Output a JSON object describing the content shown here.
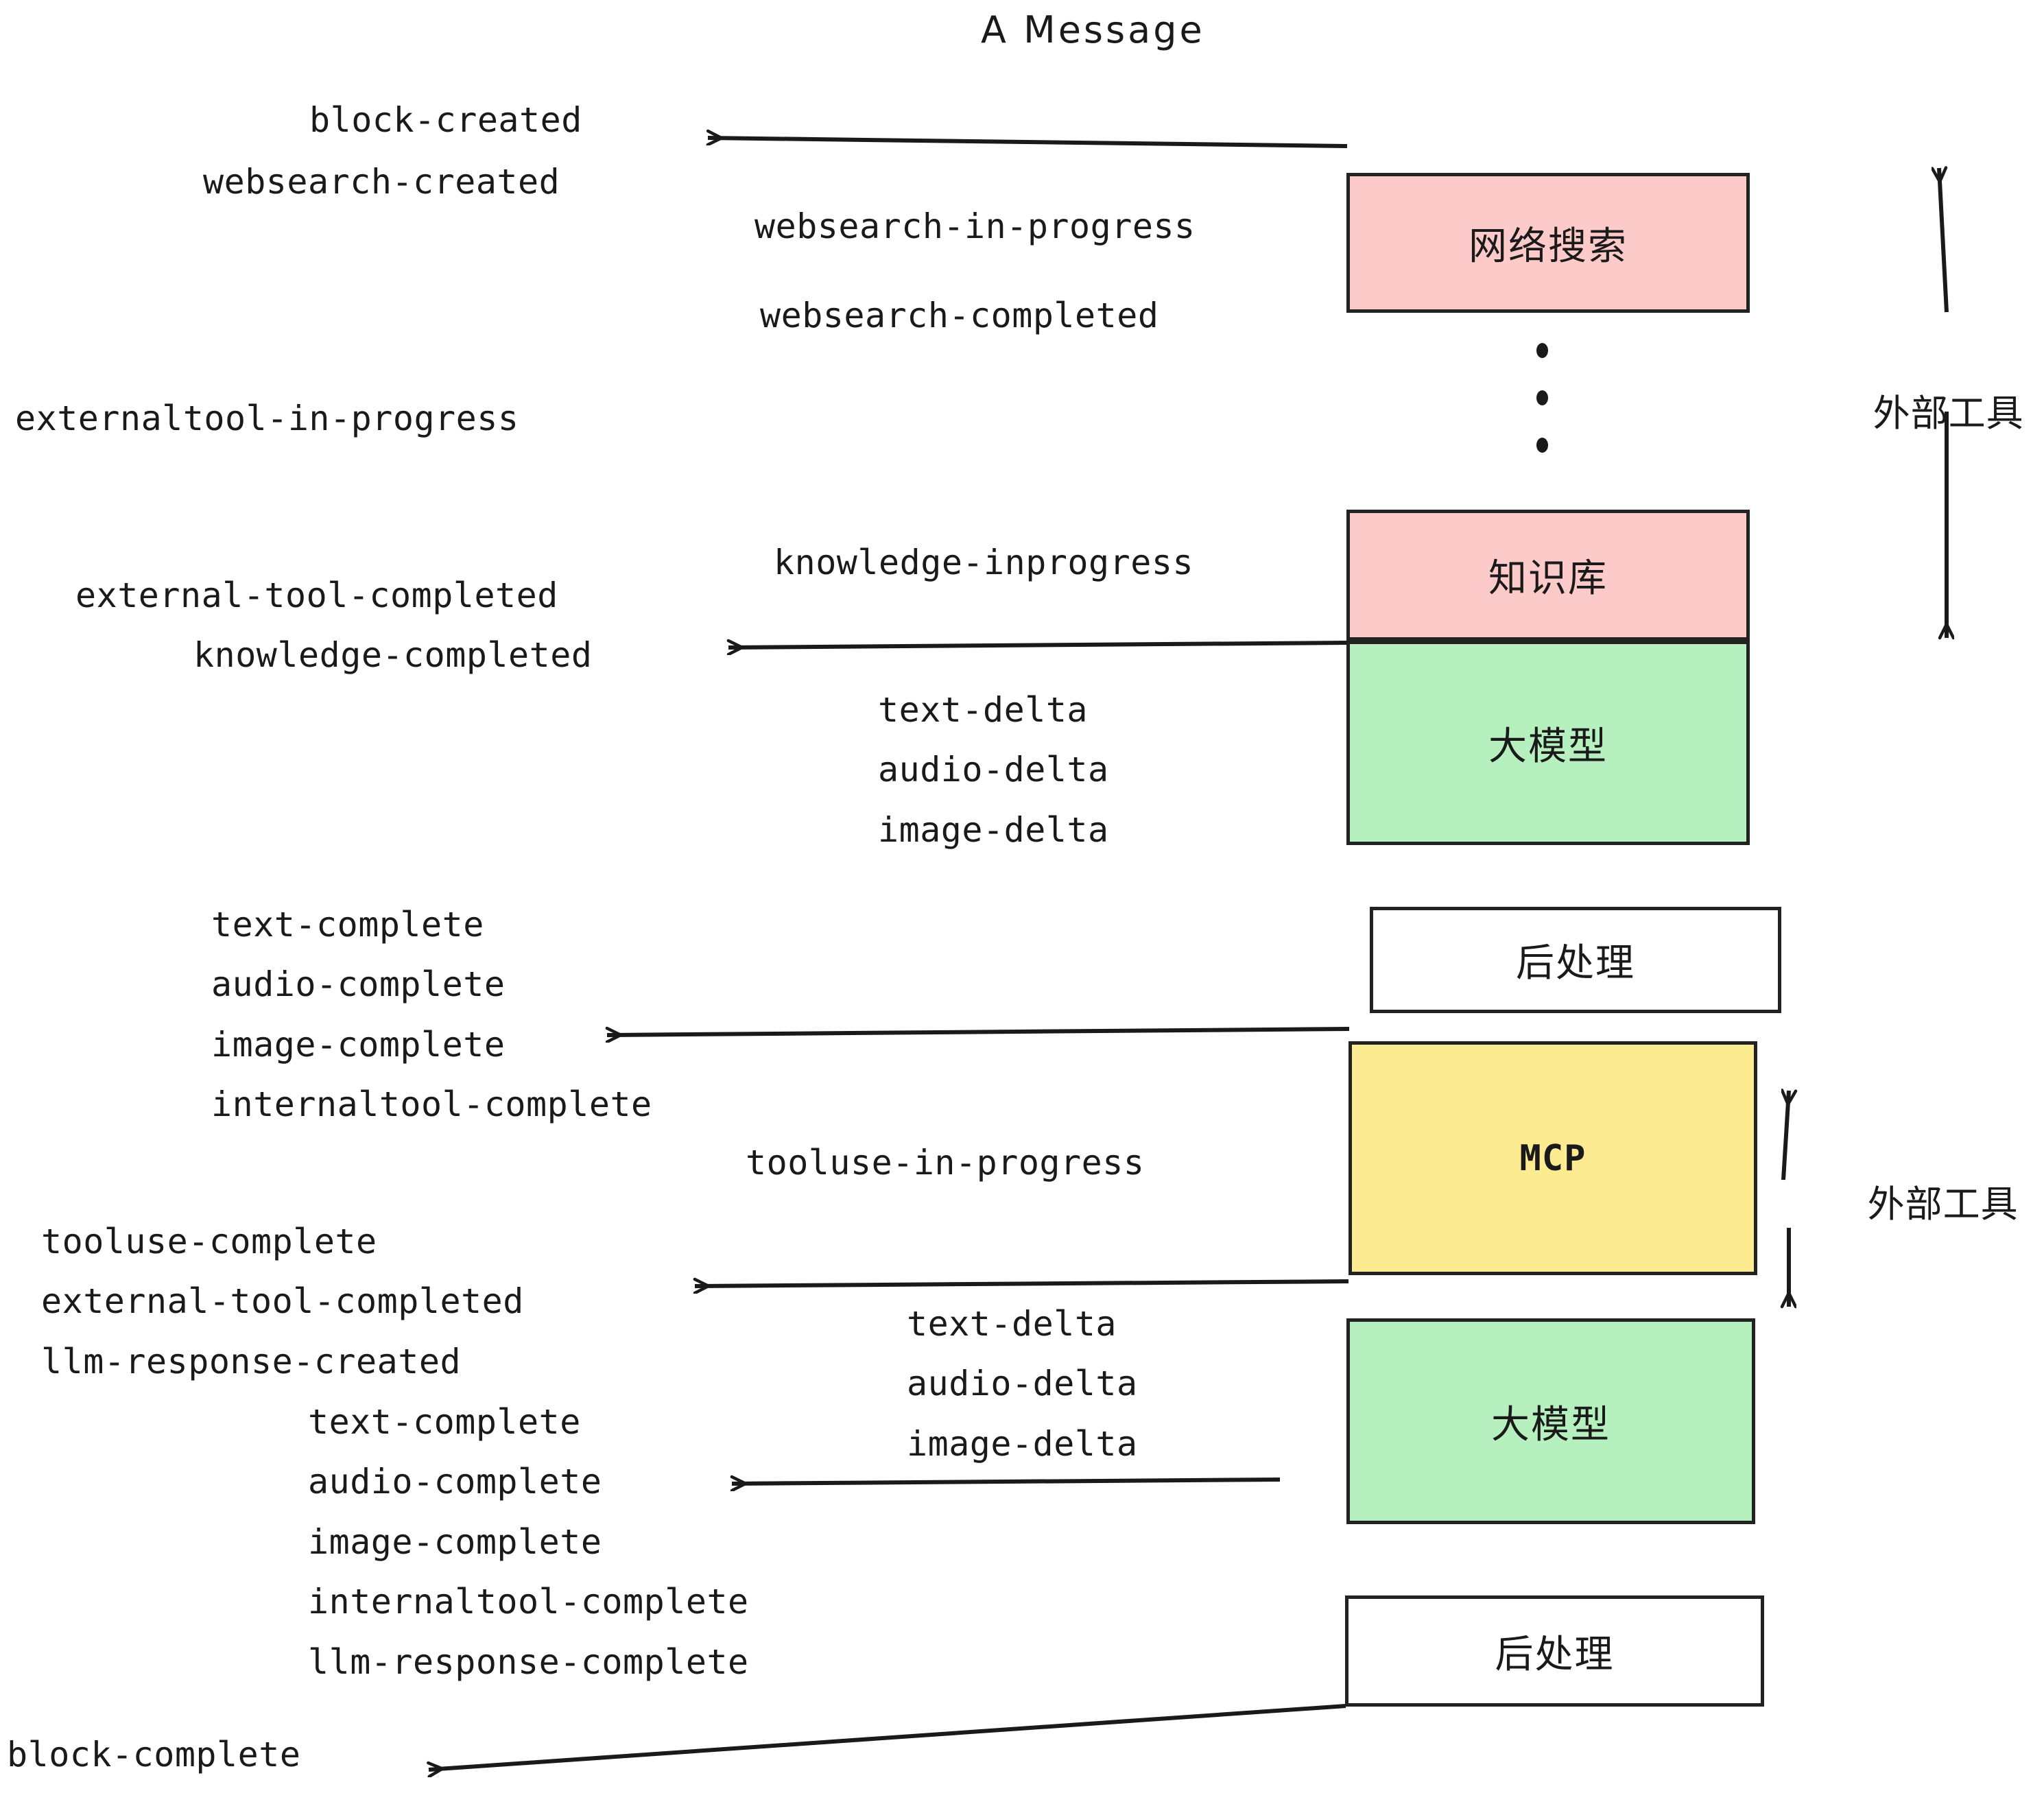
{
  "title": "A Message",
  "colors": {
    "pink": "#FCCBC9",
    "green": "#B6F0BE",
    "yellow": "#FCEB90",
    "white": "#FFFFFF",
    "stroke": "#222222",
    "text": "#1A1A1A"
  },
  "nodes": [
    {
      "id": "websearch",
      "label": "网络搜索",
      "fill": "#FCCBC9"
    },
    {
      "id": "knowledge",
      "label": "知识库",
      "fill": "#FCCBC9"
    },
    {
      "id": "llm-1",
      "label": "大模型",
      "fill": "#B6F0BE"
    },
    {
      "id": "postprocess-1",
      "label": "后处理",
      "fill": "#FFFFFF"
    },
    {
      "id": "mcp",
      "label": "MCP",
      "fill": "#FCEB90"
    },
    {
      "id": "llm-2",
      "label": "大模型",
      "fill": "#B6F0BE"
    },
    {
      "id": "postprocess-2",
      "label": "后处理",
      "fill": "#FFFFFF"
    }
  ],
  "group_labels": [
    {
      "id": "external-tools-top",
      "label": "外部工具"
    },
    {
      "id": "external-tools-bottom",
      "label": "外部工具"
    }
  ],
  "events": [
    {
      "id": "block-created",
      "label": "block-created"
    },
    {
      "id": "websearch-created",
      "label": "websearch-created"
    },
    {
      "id": "websearch-in-progress",
      "label": "websearch-in-progress"
    },
    {
      "id": "websearch-completed",
      "label": "websearch-completed"
    },
    {
      "id": "externaltool-in-progress",
      "label": "externaltool-in-progress"
    },
    {
      "id": "knowledge-inprogress",
      "label": "knowledge-inprogress"
    },
    {
      "id": "external-tool-completed-1",
      "label": "external-tool-completed"
    },
    {
      "id": "knowledge-completed",
      "label": "knowledge-completed"
    },
    {
      "id": "text-delta-1",
      "label": "text-delta"
    },
    {
      "id": "audio-delta-1",
      "label": "audio-delta"
    },
    {
      "id": "image-delta-1",
      "label": "image-delta"
    },
    {
      "id": "text-complete-1",
      "label": "text-complete"
    },
    {
      "id": "audio-complete-1",
      "label": "audio-complete"
    },
    {
      "id": "image-complete-1",
      "label": "image-complete"
    },
    {
      "id": "internaltool-complete-1",
      "label": "internaltool-complete"
    },
    {
      "id": "tooluse-in-progress",
      "label": "tooluse-in-progress"
    },
    {
      "id": "tooluse-complete",
      "label": "tooluse-complete"
    },
    {
      "id": "external-tool-completed-2",
      "label": "external-tool-completed"
    },
    {
      "id": "llm-response-created",
      "label": "llm-response-created"
    },
    {
      "id": "text-delta-2",
      "label": "text-delta"
    },
    {
      "id": "audio-delta-2",
      "label": "audio-delta"
    },
    {
      "id": "image-delta-2",
      "label": "image-delta"
    },
    {
      "id": "text-complete-2",
      "label": "text-complete"
    },
    {
      "id": "audio-complete-2",
      "label": "audio-complete"
    },
    {
      "id": "image-complete-2",
      "label": "image-complete"
    },
    {
      "id": "internaltool-complete-2",
      "label": "internaltool-complete"
    },
    {
      "id": "llm-response-complete",
      "label": "llm-response-complete"
    },
    {
      "id": "block-complete",
      "label": "block-complete"
    }
  ]
}
